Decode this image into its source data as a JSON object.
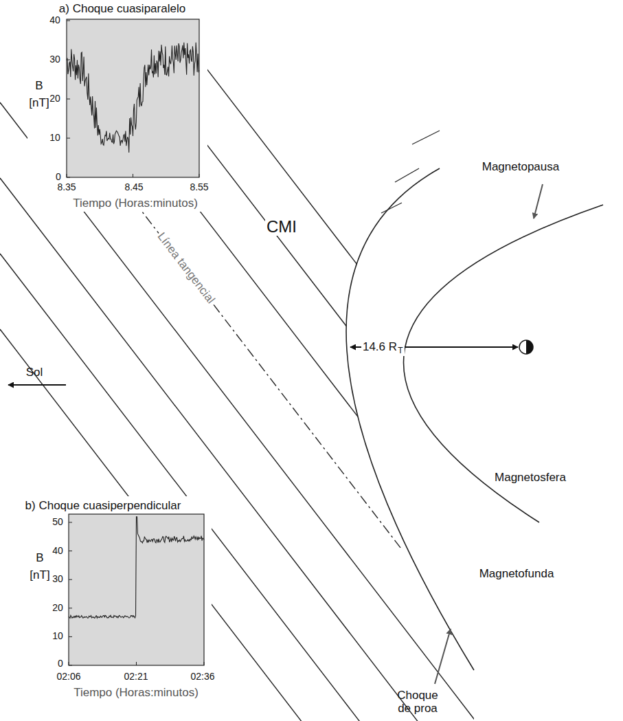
{
  "diagram": {
    "labels": [
      "a) Choque cuasiparalelo",
      "B",
      "[nT]",
      "40",
      "30",
      "20",
      "10",
      "0",
      "8.35",
      "8.45",
      "8.55",
      "Tiempo (Horas:minutos)",
      "Magnetopausa",
      "CMI",
      "Línea tangencial",
      "Sol",
      "14.6 R",
      "T",
      "Magnetosfera",
      "b) Choque cuasiperpendicular",
      "B",
      "[nT]",
      "50",
      "40",
      "30",
      "20",
      "10",
      "0",
      "02:06",
      "02:21",
      "02:36",
      "Tiempo (Horas:minutos)",
      "Magnetofunda",
      "Choque de proa"
    ]
  }
}
